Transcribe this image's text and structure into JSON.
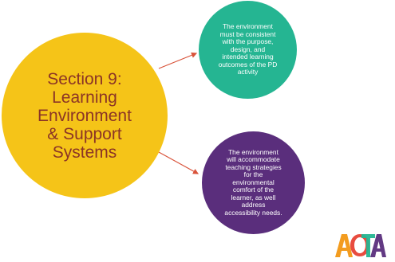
{
  "main_topic": {
    "title": "Section 9:\nLearning\nEnvironment\n& Support\nSystems"
  },
  "nodes": [
    {
      "text": "The environment\nmust be consistent\nwith the purpose,\ndesign, and\nintended learning\noutcomes of the PD\nactivity"
    },
    {
      "text": "The environment\nwill accommodate\nteaching strategies\nfor the\nenvironmental\ncomfort of the\nlearner, as well\naddress\naccessibility needs."
    }
  ],
  "colors": {
    "main_circle": "#f5c418",
    "main_text": "#8b3426",
    "node_1": "#25b592",
    "node_2": "#5a2e7c",
    "connector": "#d9533a"
  },
  "logo": {
    "text": "AOTA"
  }
}
